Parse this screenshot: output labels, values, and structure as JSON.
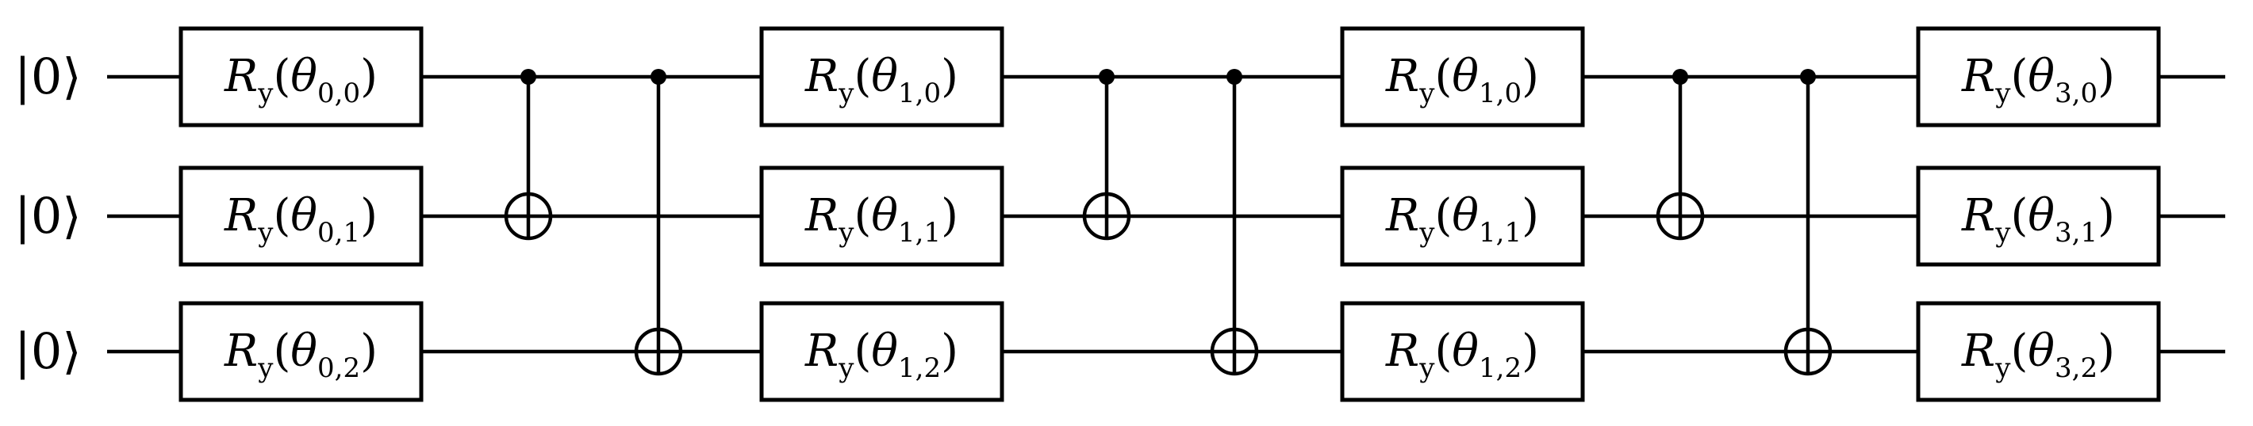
{
  "circuit": {
    "qubits": [
      {
        "input_label": "|0⟩"
      },
      {
        "input_label": "|0⟩"
      },
      {
        "input_label": "|0⟩"
      }
    ],
    "layers": [
      {
        "gates": [
          {
            "name": "R",
            "sub": "y",
            "param": "θ",
            "index": "0,0"
          },
          {
            "name": "R",
            "sub": "y",
            "param": "θ",
            "index": "0,1"
          },
          {
            "name": "R",
            "sub": "y",
            "param": "θ",
            "index": "0,2"
          }
        ]
      },
      {
        "gates": [
          {
            "name": "R",
            "sub": "y",
            "param": "θ",
            "index": "1,0"
          },
          {
            "name": "R",
            "sub": "y",
            "param": "θ",
            "index": "1,1"
          },
          {
            "name": "R",
            "sub": "y",
            "param": "θ",
            "index": "1,2"
          }
        ]
      },
      {
        "gates": [
          {
            "name": "R",
            "sub": "y",
            "param": "θ",
            "index": "1,0"
          },
          {
            "name": "R",
            "sub": "y",
            "param": "θ",
            "index": "1,1"
          },
          {
            "name": "R",
            "sub": "y",
            "param": "θ",
            "index": "1,2"
          }
        ]
      },
      {
        "gates": [
          {
            "name": "R",
            "sub": "y",
            "param": "θ",
            "index": "3,0"
          },
          {
            "name": "R",
            "sub": "y",
            "param": "θ",
            "index": "3,1"
          },
          {
            "name": "R",
            "sub": "y",
            "param": "θ",
            "index": "3,2"
          }
        ]
      }
    ],
    "entanglers": [
      {
        "after_layer": 0,
        "cnots": [
          {
            "control": 0,
            "target": 1
          },
          {
            "control": 0,
            "target": 2
          }
        ]
      },
      {
        "after_layer": 1,
        "cnots": [
          {
            "control": 0,
            "target": 1
          },
          {
            "control": 0,
            "target": 2
          }
        ]
      },
      {
        "after_layer": 2,
        "cnots": [
          {
            "control": 0,
            "target": 1
          },
          {
            "control": 0,
            "target": 2
          }
        ]
      }
    ]
  }
}
